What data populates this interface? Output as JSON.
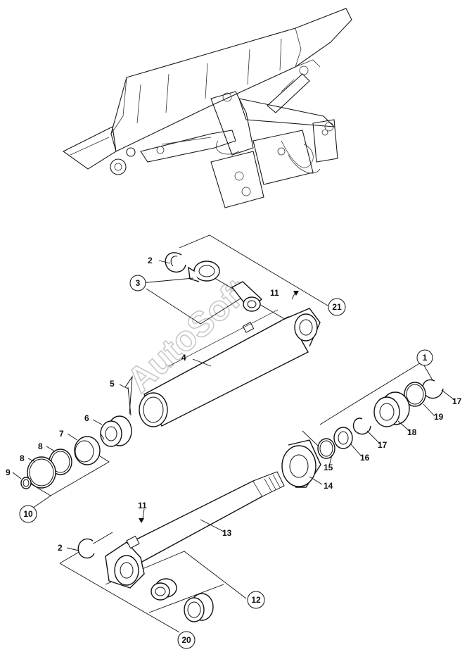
{
  "labels": {
    "l1": "1",
    "l2a": "2",
    "l2b": "2",
    "l3": "3",
    "l4": "4",
    "l5": "5",
    "l6": "6",
    "l7": "7",
    "l8a": "8",
    "l8b": "8",
    "l9": "9",
    "l10": "10",
    "l11a": "11",
    "l11b": "11",
    "l12": "12",
    "l13": "13",
    "l14": "14",
    "l15": "15",
    "l16": "16",
    "l17a": "17",
    "l17b": "17",
    "l18": "18",
    "l19": "19",
    "l20": "20",
    "l21": "21"
  },
  "watermark": "AutoSoft"
}
